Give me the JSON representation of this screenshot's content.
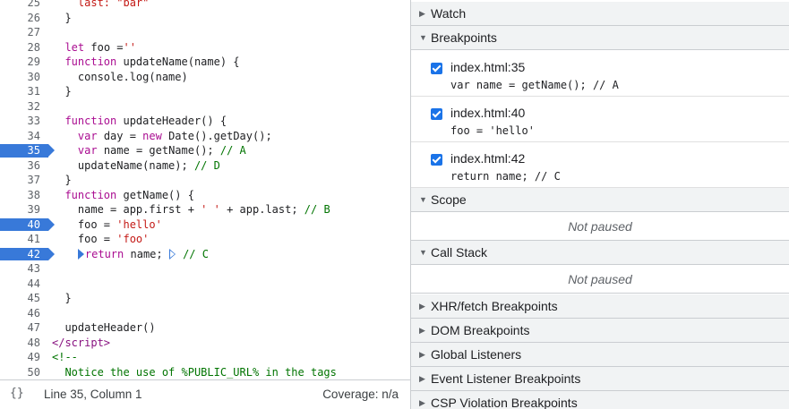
{
  "editor": {
    "lines": [
      {
        "num": "25",
        "html": "    <span class=\"str\">last: \"bar\"</span>",
        "bp": false
      },
      {
        "num": "26",
        "html": "  }",
        "bp": false
      },
      {
        "num": "27",
        "html": "",
        "bp": false
      },
      {
        "num": "28",
        "html": "  <span class=\"kw\">let</span> foo =<span class=\"str\">''</span>",
        "bp": false
      },
      {
        "num": "29",
        "html": "  <span class=\"kw\">function</span> updateName(name) {",
        "bp": false
      },
      {
        "num": "30",
        "html": "    console.log(name)",
        "bp": false
      },
      {
        "num": "31",
        "html": "  }",
        "bp": false
      },
      {
        "num": "32",
        "html": "",
        "bp": false
      },
      {
        "num": "33",
        "html": "  <span class=\"kw\">function</span> updateHeader() {",
        "bp": false
      },
      {
        "num": "34",
        "html": "    <span class=\"kw\">var</span> day = <span class=\"kw\">new</span> Date().getDay();",
        "bp": false
      },
      {
        "num": "35",
        "html": "    <span class=\"kw\">var</span> name = getName(); <span class=\"cmt\">// A</span>",
        "bp": true
      },
      {
        "num": "36",
        "html": "    updateName(name); <span class=\"cmt\">// D</span>",
        "bp": false
      },
      {
        "num": "37",
        "html": "  }",
        "bp": false
      },
      {
        "num": "38",
        "html": "  <span class=\"kw\">function</span> getName() {",
        "bp": false
      },
      {
        "num": "39",
        "html": "    name = app.first + <span class=\"str\">' '</span> + app.last; <span class=\"cmt\">// B</span>",
        "bp": false
      },
      {
        "num": "40",
        "html": "    foo = <span class=\"str\">'hello'</span>",
        "bp": true
      },
      {
        "num": "41",
        "html": "    foo = <span class=\"str\">'foo'</span>",
        "bp": false
      },
      {
        "num": "42",
        "html": "    <span class=\"inline-bp\"></span><span class=\"kw\">return</span> name; <span class=\"inline-bp empty\"></span> <span class=\"cmt\">// C</span>",
        "bp": true
      },
      {
        "num": "43",
        "html": "",
        "bp": false
      },
      {
        "num": "44",
        "html": "",
        "bp": false
      },
      {
        "num": "45",
        "html": "  }",
        "bp": false
      },
      {
        "num": "46",
        "html": "",
        "bp": false
      },
      {
        "num": "47",
        "html": "  updateHeader()",
        "bp": false
      },
      {
        "num": "48",
        "html": "<span class=\"tag\">&lt;/script&gt;</span>",
        "bp": false
      },
      {
        "num": "49",
        "html": "<span class=\"cmt\">&lt;!--</span>",
        "bp": false
      },
      {
        "num": "50",
        "html": "<span class=\"cmt\">  Notice the use of %PUBLIC_URL% in the tags</span>",
        "bp": false
      }
    ]
  },
  "statusbar": {
    "braces": "{}",
    "position": "Line 35, Column 1",
    "coverage": "Coverage: n/a"
  },
  "sidebar": {
    "watch": "Watch",
    "breakpoints": "Breakpoints",
    "bp_items": [
      {
        "location": "index.html:35",
        "snippet": "var name = getName(); // A"
      },
      {
        "location": "index.html:40",
        "snippet": "foo = 'hello'"
      },
      {
        "location": "index.html:42",
        "snippet": "return name; // C"
      }
    ],
    "scope": "Scope",
    "scope_status": "Not paused",
    "call_stack": "Call Stack",
    "call_stack_status": "Not paused",
    "xhr": "XHR/fetch Breakpoints",
    "dom": "DOM Breakpoints",
    "global": "Global Listeners",
    "event": "Event Listener Breakpoints",
    "csp": "CSP Violation Breakpoints"
  },
  "colors": {
    "breakpoint": "#3879d9",
    "checkbox": "#1a73e8",
    "keyword": "#aa0d91",
    "string": "#c41a16",
    "comment": "#007400"
  },
  "icons": {
    "collapsed": "triangle-right-icon",
    "expanded": "triangle-down-icon"
  }
}
